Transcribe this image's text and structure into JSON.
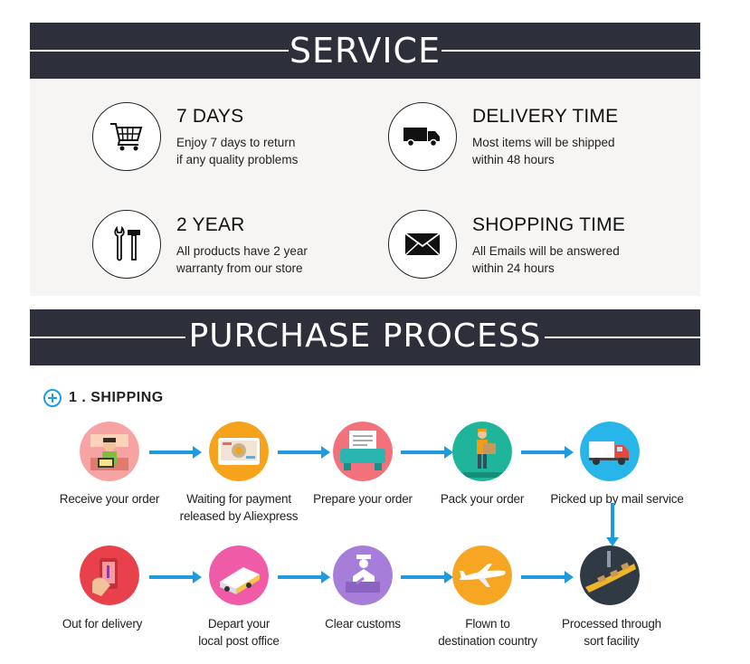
{
  "service": {
    "title": "SERVICE",
    "items": [
      {
        "title": "7 DAYS",
        "line1": "Enjoy 7 days to return",
        "line2": "if any quality problems",
        "icon": "shopping-cart-icon"
      },
      {
        "title": "DELIVERY TIME",
        "line1": "Most items will be shipped",
        "line2": "within 48 hours",
        "icon": "delivery-truck-icon"
      },
      {
        "title": "2 YEAR",
        "line1": "All products have 2 year",
        "line2": "warranty from our store",
        "icon": "tools-icon"
      },
      {
        "title": "SHOPPING TIME",
        "line1": "All Emails will be answered",
        "line2": "within 24 hours",
        "icon": "envelope-icon"
      }
    ]
  },
  "purchase": {
    "title": "PURCHASE PROCESS",
    "section": "1 . SHIPPING",
    "accent": "#1e9be0",
    "row1": [
      {
        "line1": "Receive your order",
        "line2": "",
        "color": "#f7a3a3"
      },
      {
        "line1": "Waiting for payment",
        "line2": "released by Aliexpress",
        "color": "#f7a21b"
      },
      {
        "line1": "Prepare your order",
        "line2": "",
        "color": "#f2717a"
      },
      {
        "line1": "Pack your order",
        "line2": "",
        "color": "#1fb59a"
      },
      {
        "line1": "Picked up by mail service",
        "line2": "",
        "color": "#27b5ea"
      }
    ],
    "row2": [
      {
        "line1": "Out for delivery",
        "line2": "",
        "color": "#e9414b"
      },
      {
        "line1": "Depart your",
        "line2": "local post office",
        "color": "#f05ba7"
      },
      {
        "line1": "Clear customs",
        "line2": "",
        "color": "#a67ed9"
      },
      {
        "line1": "Flown to",
        "line2": "destination country",
        "color": "#f6a623"
      },
      {
        "line1": "Processed through",
        "line2": "sort facility",
        "color": "#2f3a44"
      }
    ]
  }
}
